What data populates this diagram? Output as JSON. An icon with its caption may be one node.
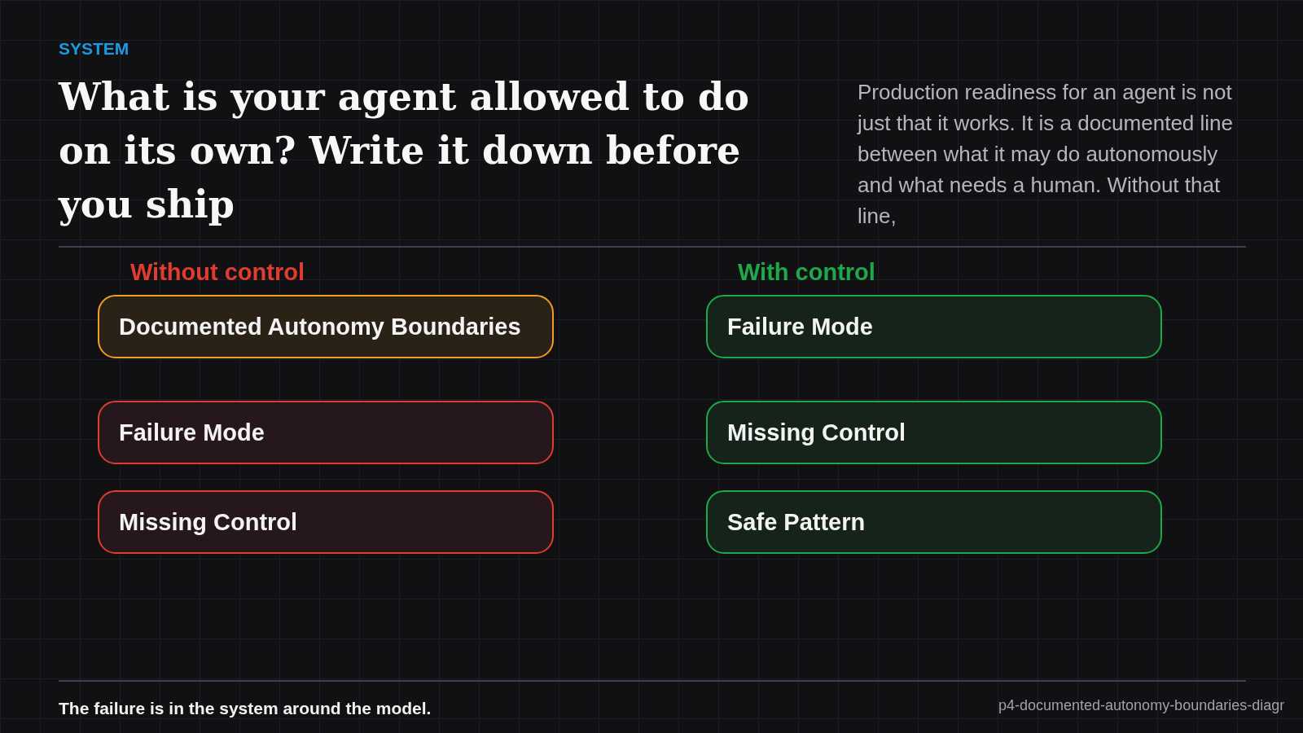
{
  "diagram": {
    "title": "What is your agent allowed to do on its own? Write it down before you ship",
    "caption": "The failure is in the system around the model.",
    "nodes": [
      {
        "text": [
          "Documented Autonomy Boundaries"
        ]
      },
      {
        "text": [
          "Failure Mode"
        ]
      },
      {
        "text": [
          "Missing Control"
        ]
      },
      {
        "text": [
          "Failure Mode"
        ]
      },
      {
        "text": [
          "Missing Control"
        ]
      },
      {
        "text": [
          "Safe Pattern"
        ]
      }
    ],
    "labels": [
      "SYSTEM",
      "Production readiness for an agent is not just that it works. It is a documented line between what it may do autonomously and what needs a human. Without that line,",
      "Without control",
      "With control",
      "p4-documented-autonomy-boundaries-diagr"
    ]
  }
}
